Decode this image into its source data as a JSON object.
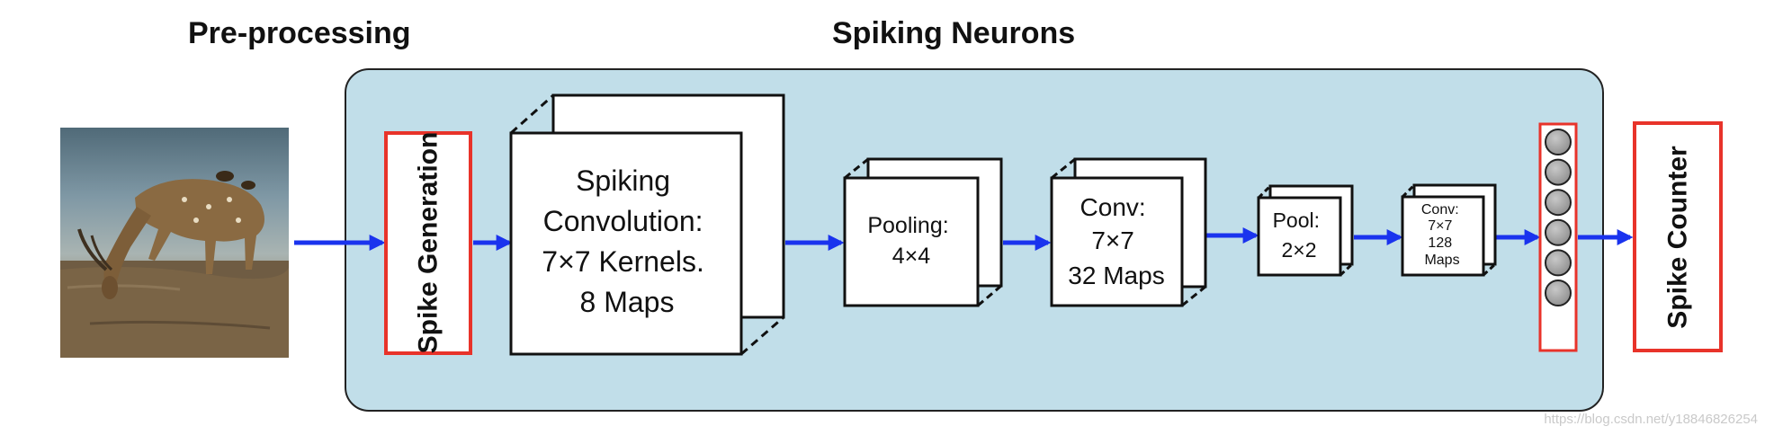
{
  "headers": {
    "preprocessing": "Pre-processing",
    "spiking": "Spiking Neurons"
  },
  "blocks": {
    "spike_generation": "Spike Generation",
    "conv1": [
      "Spiking",
      "Convolution:",
      "7×7 Kernels.",
      "8 Maps"
    ],
    "pool1": [
      "Pooling:",
      "4×4"
    ],
    "conv2": [
      "Conv:",
      "7×7",
      "32 Maps"
    ],
    "pool2": [
      "Pool:",
      "2×2"
    ],
    "conv3": [
      "Conv:",
      "7×7",
      "128",
      "Maps"
    ],
    "spike_counter": "Spike Counter"
  },
  "output_neuron_count": 6,
  "watermark": "https://blog.csdn.net/y18846826254",
  "colors": {
    "panel_fill": "#c1dee9",
    "arrow": "#1a33ee",
    "red_border": "#e8332a",
    "neuron_fill": "#a6a6a6"
  }
}
